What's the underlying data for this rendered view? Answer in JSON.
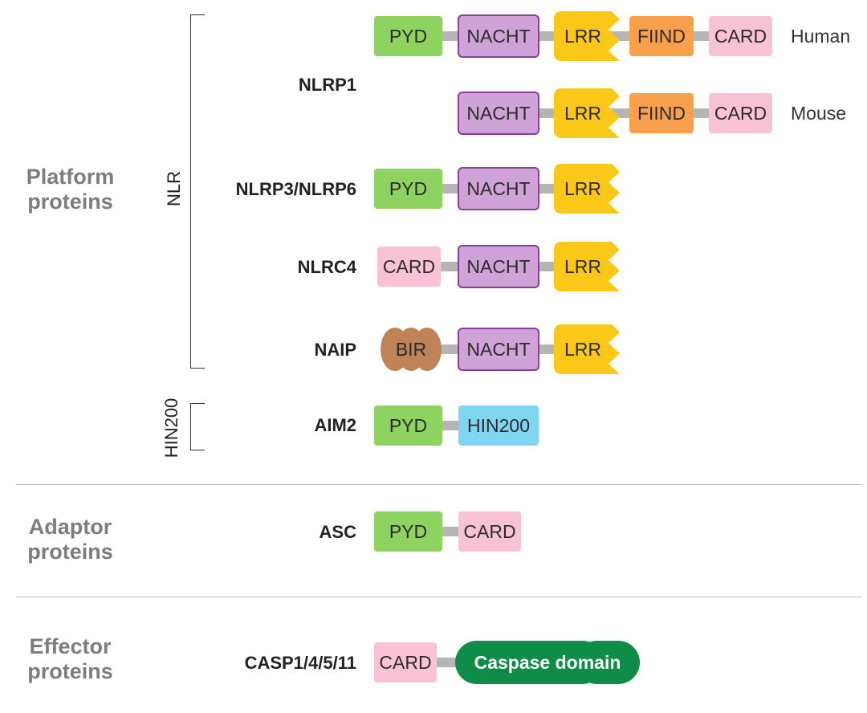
{
  "categories": {
    "platform": "Platform\nproteins",
    "adaptor": "Adaptor\nproteins",
    "effector": "Effector\nproteins"
  },
  "groups": {
    "nlr": "NLR",
    "hin200": "HIN200"
  },
  "proteins": {
    "nlrp1": "NLRP1",
    "nlrp3": "NLRP3/NLRP6",
    "nlrc4": "NLRC4",
    "naip": "NAIP",
    "aim2": "AIM2",
    "asc": "ASC",
    "casp": "CASP1/4/5/11"
  },
  "species": {
    "human": "Human",
    "mouse": "Mouse"
  },
  "domains": {
    "pyd": "PYD",
    "nacht": "NACHT",
    "lrr": "LRR",
    "fiind": "FIIND",
    "card": "CARD",
    "bir": "BIR",
    "hin200": "HIN200",
    "caspase": "Caspase domain"
  },
  "colors": {
    "pyd": "#8ed260",
    "nacht_fill": "#cfa2d8",
    "nacht_border": "#8a3e9b",
    "lrr": "#fbc81a",
    "fiind": "#f8a04b",
    "card": "#f9c3d4",
    "bir": "#c08358",
    "hin200": "#7fd6f2",
    "caspase": "#0e8c48",
    "linker": "#b5b5b5",
    "category_text": "#7d7d7d"
  }
}
